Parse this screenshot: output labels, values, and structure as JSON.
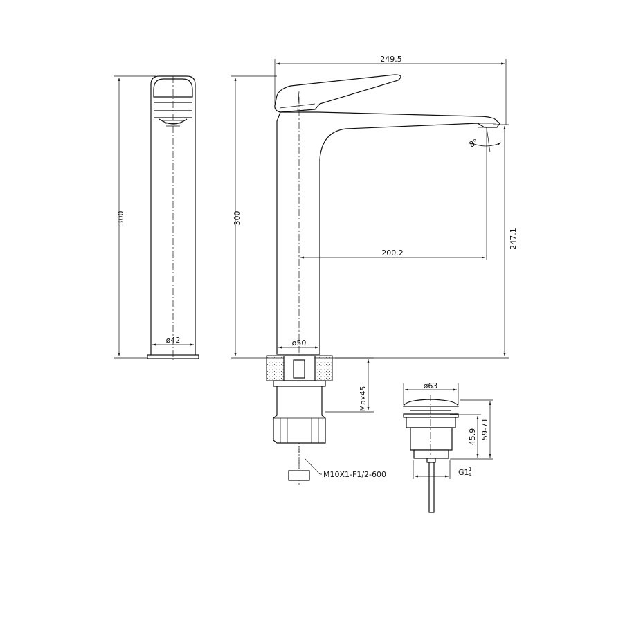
{
  "dimensions": {
    "side_height": "300",
    "side_diameter": "ø42",
    "front_height": "300",
    "total_length": "249.5",
    "spout_height": "247.1",
    "spout_reach": "200.2",
    "base_diameter": "ø50",
    "spout_angle": "8°",
    "max_deck": "Max45",
    "hose_spec": "M10X1-F1/2-600",
    "waste_diameter": "ø63",
    "waste_height": "45.9",
    "waste_range": "59-71",
    "waste_thread_main": "G1",
    "waste_thread_num": "1",
    "waste_thread_den": "4"
  },
  "colors": {
    "line": "#111111",
    "background": "#ffffff"
  }
}
